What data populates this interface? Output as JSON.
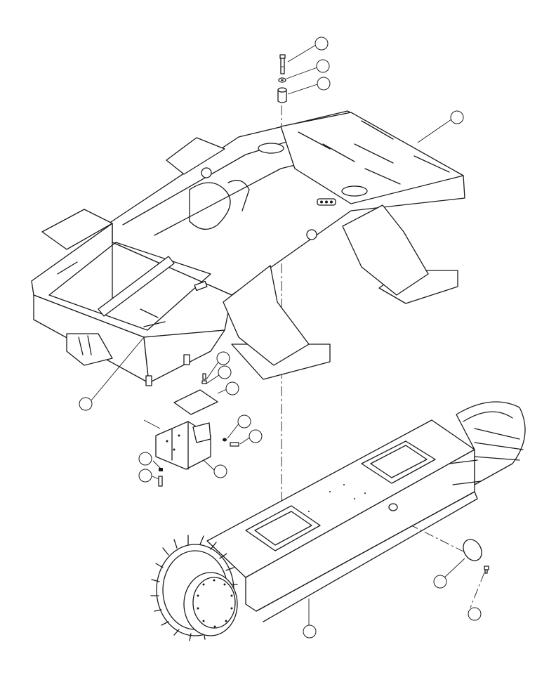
{
  "figure": {
    "kind": "exploded-parts-diagram",
    "components": [
      "upper-frame",
      "track-frame",
      "sprocket-hub",
      "cover-plate",
      "bracket",
      "oval-cover",
      "bolt",
      "washer",
      "bushing"
    ]
  },
  "callouts": [
    {
      "id": "c1",
      "label": ""
    },
    {
      "id": "c2",
      "label": ""
    },
    {
      "id": "c3",
      "label": ""
    },
    {
      "id": "c4",
      "label": ""
    },
    {
      "id": "c5",
      "label": ""
    },
    {
      "id": "c6",
      "label": ""
    },
    {
      "id": "c7",
      "label": ""
    },
    {
      "id": "c8",
      "label": ""
    },
    {
      "id": "c9",
      "label": ""
    },
    {
      "id": "c10",
      "label": ""
    },
    {
      "id": "c11",
      "label": ""
    },
    {
      "id": "c12",
      "label": ""
    },
    {
      "id": "c13",
      "label": ""
    },
    {
      "id": "c14",
      "label": ""
    },
    {
      "id": "c15",
      "label": ""
    },
    {
      "id": "c16",
      "label": ""
    },
    {
      "id": "c17",
      "label": ""
    }
  ]
}
